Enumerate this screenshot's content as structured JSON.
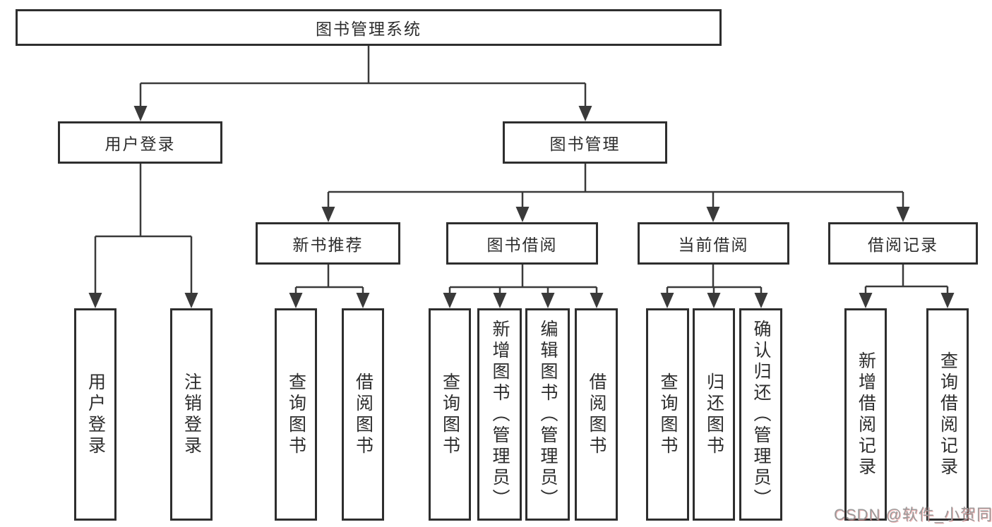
{
  "tree": {
    "label": "图书管理系统",
    "children": [
      {
        "label": "用户登录",
        "children": [
          {
            "label": "用户登录"
          },
          {
            "label": "注销登录"
          }
        ]
      },
      {
        "label": "图书管理",
        "children": [
          {
            "label": "新书推荐",
            "children": [
              {
                "label": "查询图书"
              },
              {
                "label": "借阅图书"
              }
            ]
          },
          {
            "label": "图书借阅",
            "children": [
              {
                "label": "查询图书"
              },
              {
                "label": "新增图书（管理员）"
              },
              {
                "label": "编辑图书（管理员）"
              },
              {
                "label": "借阅图书"
              }
            ]
          },
          {
            "label": "当前借阅",
            "children": [
              {
                "label": "查询图书"
              },
              {
                "label": "归还图书"
              },
              {
                "label": "确认归还（管理员）"
              }
            ]
          },
          {
            "label": "借阅记录",
            "children": [
              {
                "label": "新增借阅记录"
              },
              {
                "label": "查询借阅记录"
              }
            ]
          }
        ]
      }
    ]
  },
  "watermark": {
    "text": "CSDN @软件_小贺同学"
  },
  "colors": {
    "line": "#3a3a3a",
    "box_border": "#2e2e2e",
    "text": "#2d2d2d",
    "background": "#ffffff",
    "watermark": "#9a9a9a",
    "watermark_shadow": "#e05d5d"
  }
}
